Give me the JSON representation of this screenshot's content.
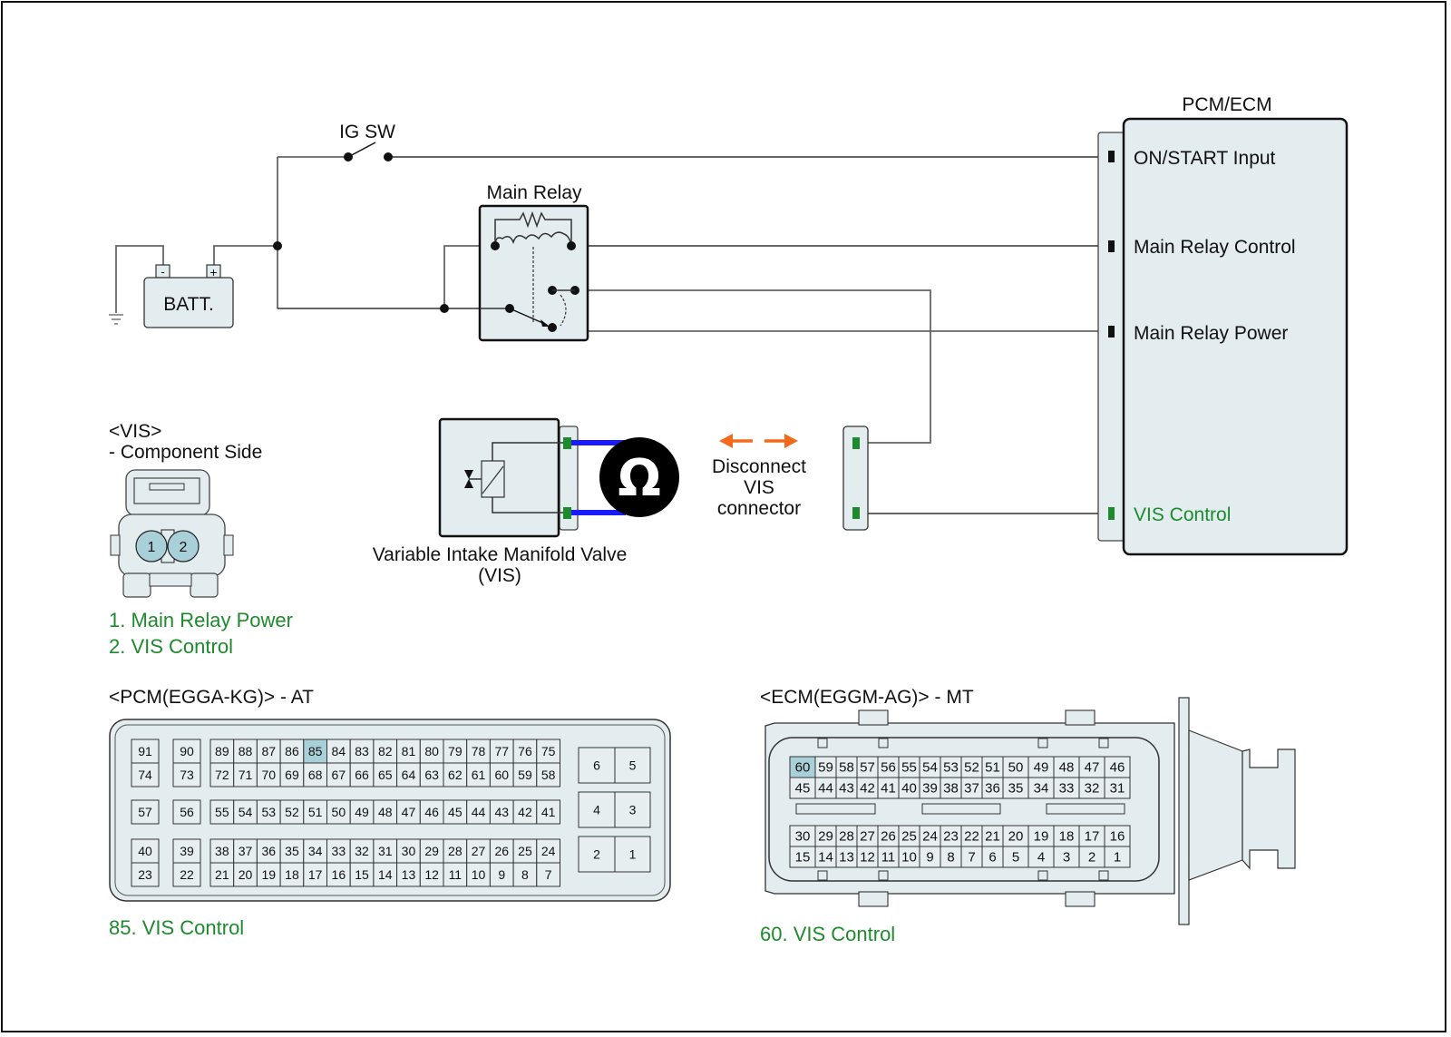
{
  "diagram": {
    "ig_switch_label": "IG SW",
    "battery_label": "BATT.",
    "battery_neg": "-",
    "battery_pos": "+",
    "main_relay_label": "Main Relay",
    "ecu": {
      "title": "PCM/ECM",
      "terminals": [
        {
          "label": "ON/START Input",
          "color": "#111111"
        },
        {
          "label": "Main Relay Control",
          "color": "#111111"
        },
        {
          "label": "Main Relay Power",
          "color": "#111111"
        },
        {
          "label": "VIS Control",
          "color": "#1e8a2e"
        }
      ]
    },
    "vis_valve": {
      "label_line1": "Variable Intake Manifold Valve",
      "label_line2": "(VIS)",
      "ohmmeter_symbol": "Ω"
    },
    "disconnect_note": {
      "line1": "Disconnect",
      "line2": "VIS",
      "line3": "connector",
      "arrow_color": "#f26a1b"
    },
    "probe_wire_color": "#1a1aff",
    "green_accent": "#1e8a2e",
    "highlight_pin_color": "#a9cfd8"
  },
  "vis_connector": {
    "title_line1": "<VIS>",
    "title_line2": "- Component Side",
    "pins": [
      "1",
      "2"
    ],
    "legend": [
      "1. Main Relay Power",
      "2. VIS Control"
    ]
  },
  "pcm_connector": {
    "title": "<PCM(EGGA-KG)> - AT",
    "highlight_pin": "85",
    "single_cols": [
      {
        "rows": [
          [
            "91",
            "74"
          ],
          [
            "57"
          ],
          [
            "40",
            "23"
          ]
        ]
      },
      {
        "rows": [
          [
            "90",
            "73"
          ],
          [
            "56"
          ],
          [
            "39",
            "22"
          ]
        ]
      }
    ],
    "block_top": [
      [
        "89",
        "88",
        "87",
        "86",
        "85",
        "84",
        "83",
        "82",
        "81",
        "80",
        "79",
        "78",
        "77",
        "76",
        "75"
      ],
      [
        "72",
        "71",
        "70",
        "69",
        "68",
        "67",
        "66",
        "65",
        "64",
        "63",
        "62",
        "61",
        "60",
        "59",
        "58"
      ]
    ],
    "block_mid": [
      [
        "55",
        "54",
        "53",
        "52",
        "51",
        "50",
        "49",
        "48",
        "47",
        "46",
        "45",
        "44",
        "43",
        "42",
        "41"
      ]
    ],
    "block_bot": [
      [
        "38",
        "37",
        "36",
        "35",
        "34",
        "33",
        "32",
        "31",
        "30",
        "29",
        "28",
        "27",
        "26",
        "25",
        "24"
      ],
      [
        "21",
        "20",
        "19",
        "18",
        "17",
        "16",
        "15",
        "14",
        "13",
        "12",
        "11",
        "10",
        "9",
        "8",
        "7"
      ]
    ],
    "power_pins": [
      [
        "6",
        "5"
      ],
      [
        "4",
        "3"
      ],
      [
        "2",
        "1"
      ]
    ],
    "legend": "85. VIS Control"
  },
  "ecm_connector": {
    "title": "<ECM(EGGM-AG)> - MT",
    "highlight_pin": "60",
    "block_top": [
      [
        "60",
        "59",
        "58",
        "57",
        "56",
        "55",
        "54",
        "53",
        "52",
        "51",
        "50",
        "49",
        "48",
        "47",
        "46"
      ],
      [
        "45",
        "44",
        "43",
        "42",
        "41",
        "40",
        "39",
        "38",
        "37",
        "36",
        "35",
        "34",
        "33",
        "32",
        "31"
      ]
    ],
    "block_bot": [
      [
        "30",
        "29",
        "28",
        "27",
        "26",
        "25",
        "24",
        "23",
        "22",
        "21",
        "20",
        "19",
        "18",
        "17",
        "16"
      ],
      [
        "15",
        "14",
        "13",
        "12",
        "11",
        "10",
        "9",
        "8",
        "7",
        "6",
        "5",
        "4",
        "3",
        "2",
        "1"
      ]
    ],
    "legend": "60. VIS Control"
  }
}
